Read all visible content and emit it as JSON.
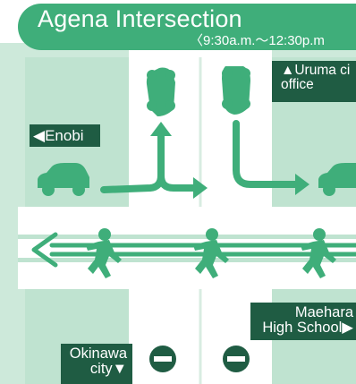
{
  "header": {
    "title": "Agena Intersection",
    "subtitle": "〈9:30a.m.〜12:30p.m"
  },
  "signs": {
    "enobi": "◀Enobi",
    "uruma_line1": "▲Uruma ci",
    "uruma_line2": "office",
    "maehara_line1": "Maehara",
    "maehara_line2": "High School▶",
    "okinawa_line1": "Okinawa",
    "okinawa_line2": "city▼"
  },
  "colors": {
    "accent": "#3fae7a",
    "block": "#bfe3d0",
    "road": "#ffffff",
    "sign": "#1f5c43",
    "no_entry": "#1f5c43"
  },
  "icons": [
    "car-icon",
    "pedestrian-icon",
    "no-entry-icon",
    "arrow-icon"
  ]
}
